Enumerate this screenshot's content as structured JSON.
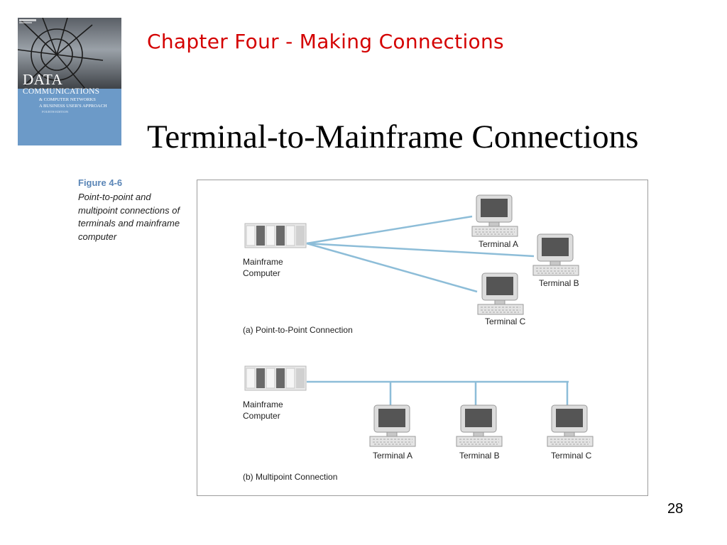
{
  "header": {
    "chapter_title": "Chapter Four - Making Connections",
    "slide_title": "Terminal-to-Mainframe Connections"
  },
  "book_cover": {
    "title_line1": "DATA",
    "title_line2": "COMMUNICATIONS",
    "title_line3": "& COMPUTER NETWORKS",
    "subtitle": "A BUSINESS USER'S APPROACH",
    "edition": "FOURTH EDITION"
  },
  "caption": {
    "figure_number": "Figure 4-6",
    "text": "Point-to-point and multipoint connections of terminals and mainframe computer"
  },
  "diagram": {
    "line_color": "#8dbdd8",
    "panel_a": {
      "mainframe_label_1": "Mainframe",
      "mainframe_label_2": "Computer",
      "terminal_a": "Terminal A",
      "terminal_b": "Terminal B",
      "terminal_c": "Terminal C",
      "caption": "(a) Point-to-Point Connection"
    },
    "panel_b": {
      "mainframe_label_1": "Mainframe",
      "mainframe_label_2": "Computer",
      "terminal_a": "Terminal A",
      "terminal_b": "Terminal B",
      "terminal_c": "Terminal C",
      "caption": "(b) Multipoint Connection"
    }
  },
  "footer": {
    "page_number": "28"
  }
}
